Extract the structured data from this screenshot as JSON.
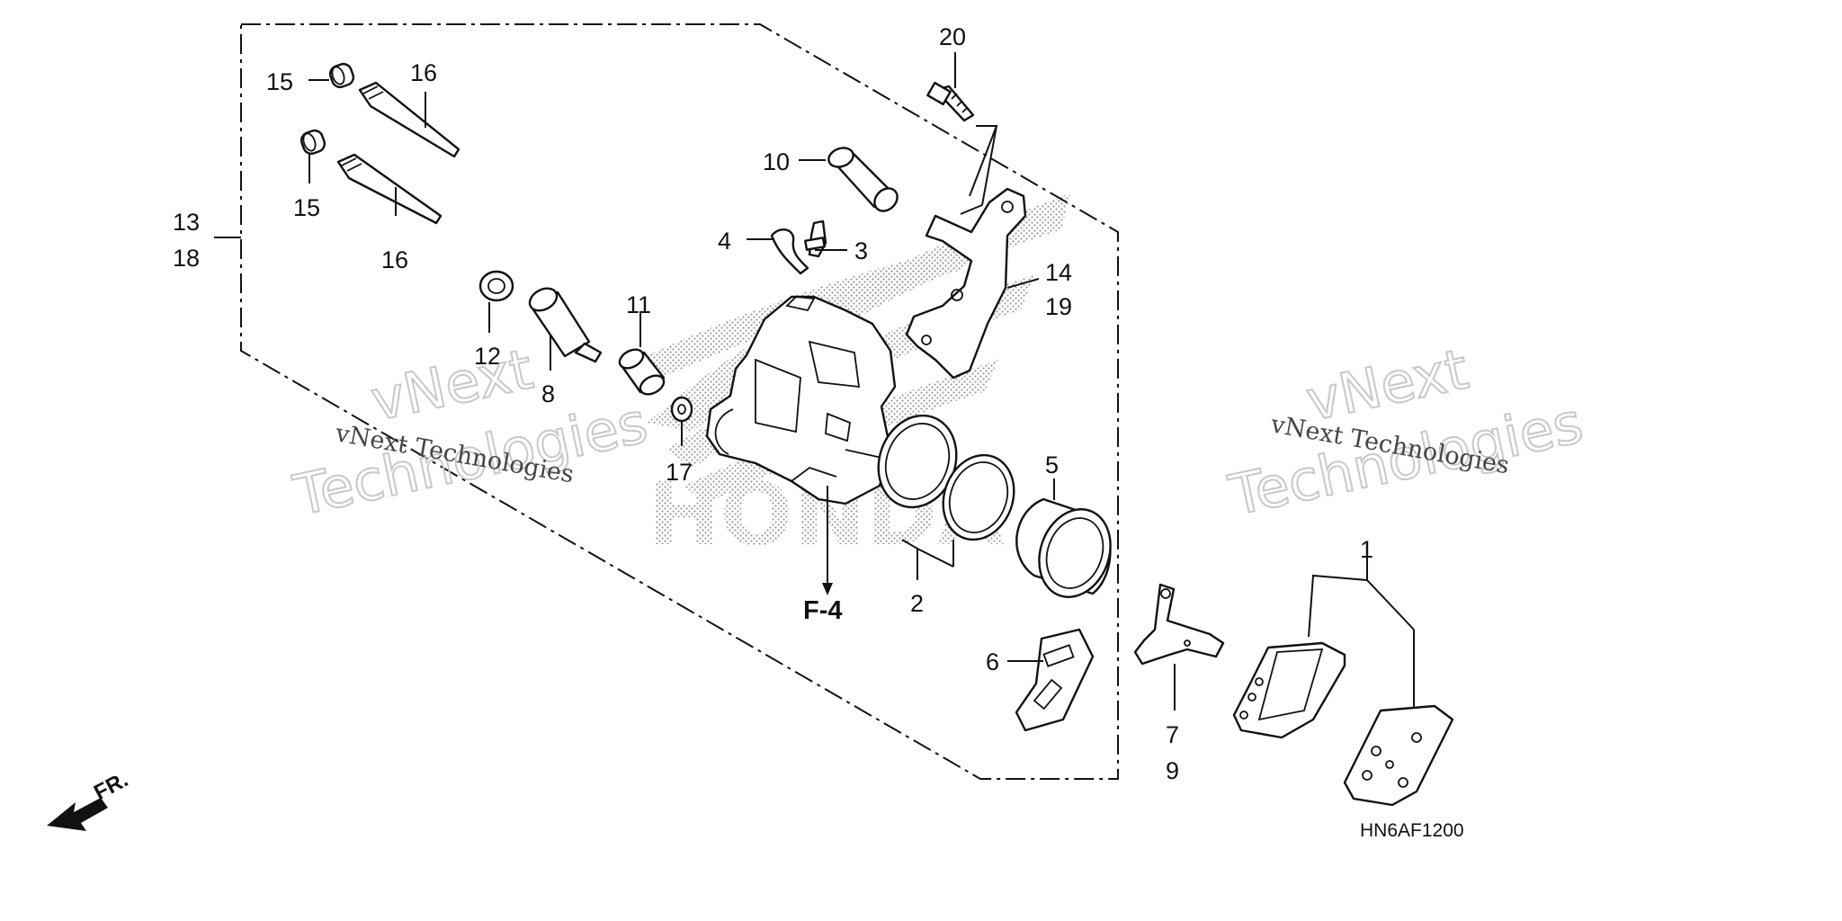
{
  "callouts": {
    "c1": "1",
    "c2": "2",
    "c3": "3",
    "c4": "4",
    "c5": "5",
    "c6": "6",
    "c7": "7",
    "c8": "8",
    "c9": "9",
    "c10": "10",
    "c11": "11",
    "c12": "12",
    "c13": "13",
    "c14": "14",
    "c15a": "15",
    "c15b": "15",
    "c16a": "16",
    "c16b": "16",
    "c17": "17",
    "c18": "18",
    "c19": "19",
    "c20": "20"
  },
  "reference": "F-4",
  "front_marker": "FR.",
  "diagram_code": "HN6AF1200",
  "watermarks": {
    "company": "vNext Technologies",
    "word1": "vNext",
    "word2": "Technologies",
    "brand": "HONDA"
  }
}
